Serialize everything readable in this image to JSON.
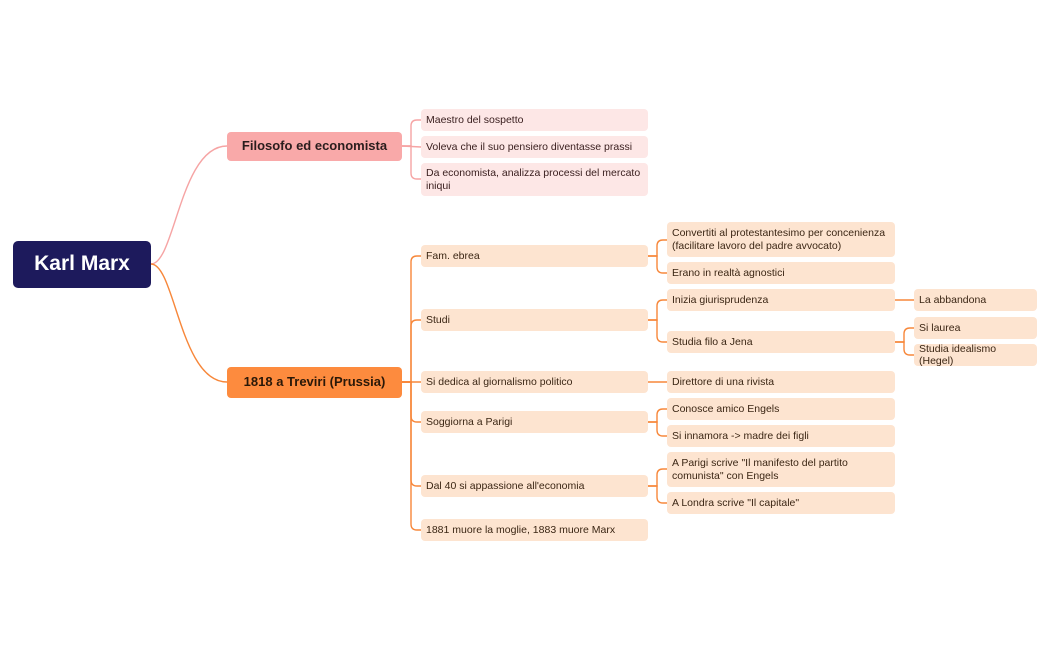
{
  "map": {
    "root": "Karl Marx",
    "branches": [
      {
        "label": "Filosofo ed economista",
        "children": [
          "Maestro del sospetto",
          "Voleva che il suo pensiero diventasse prassi",
          "Da economista, analizza processi del mercato iniqui"
        ]
      },
      {
        "label": "1818 a Treviri (Prussia)",
        "children": [
          {
            "label": "Fam. ebrea",
            "children": [
              "Convertiti al protestantesimo per concenienza (facilitare lavoro del padre avvocato)",
              "Erano in realtà agnostici"
            ]
          },
          {
            "label": "Studi",
            "children": [
              {
                "label": "Inizia giurisprudenza",
                "children": [
                  "La abbandona"
                ]
              },
              {
                "label": "Studia filo a Jena",
                "children": [
                  "Si laurea",
                  "Studia idealismo (Hegel)"
                ]
              }
            ]
          },
          {
            "label": "Si dedica al giornalismo politico",
            "children": [
              "Direttore di una rivista"
            ]
          },
          {
            "label": "Soggiorna a Parigi",
            "children": [
              "Conosce amico Engels",
              "Si innamora -> madre dei figli"
            ]
          },
          {
            "label": "Dal 40 si appassione all'economia",
            "children": [
              "A Parigi scrive \"Il manifesto del partito comunista\" con Engels",
              "A Londra scrive \"Il capitale\""
            ]
          },
          {
            "label": "1881 muore la moglie, 1883 muore Marx"
          }
        ]
      }
    ]
  },
  "colors": {
    "root": "#1d1a5c",
    "branch_pink": "#f9a9a9",
    "leaf_pink": "#fde7e6",
    "link_pink": "#f6a4a4",
    "branch_orange": "#fd8b3e",
    "leaf_orange": "#fde4d0",
    "link_orange": "#f7873a"
  }
}
